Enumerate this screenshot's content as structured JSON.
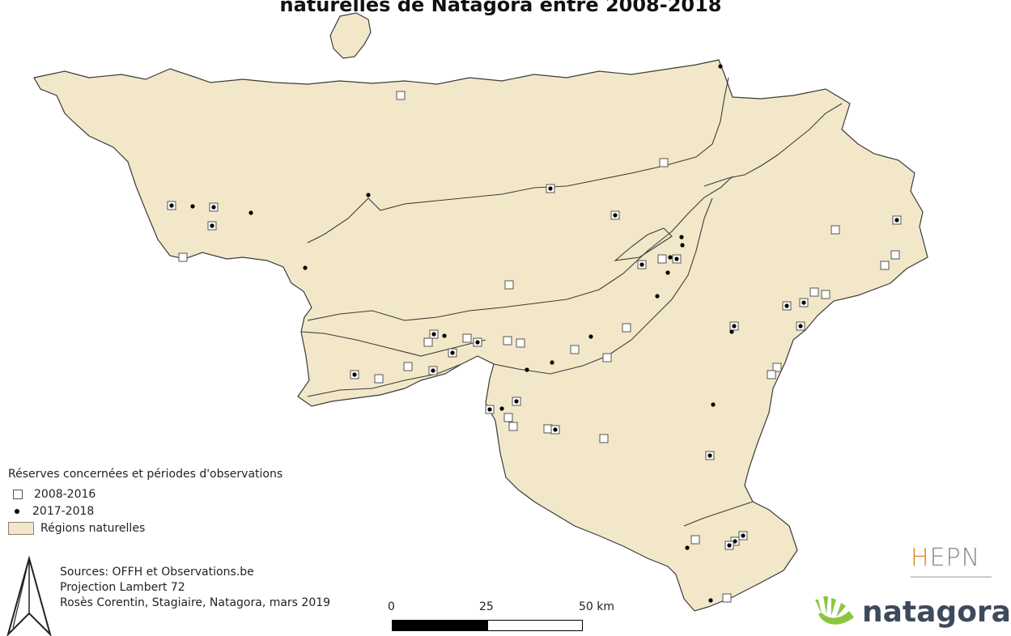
{
  "title": "naturelles de Natagora entre 2008-2018",
  "legend": {
    "title": "Réserves concernées et périodes d'observations",
    "items": [
      {
        "label": "2008-2016",
        "symbol": "open-square"
      },
      {
        "label": "2017-2018",
        "symbol": "black-dot"
      },
      {
        "label": "Régions naturelles",
        "symbol": "region-fill"
      }
    ]
  },
  "sources": {
    "line1": "Sources: OFFH et Observations.be",
    "line2": "Projection Lambert 72",
    "line3": "Rosès Corentin, Stagiaire, Natagora, mars 2019"
  },
  "scale_bar": {
    "label_0": "0",
    "label_25": "25",
    "label_50": "50 km"
  },
  "logos": {
    "hepn": "HEPN",
    "natagora": "natagora"
  },
  "colors": {
    "region_fill": "#f2e8c9",
    "region_stroke": "#3b3b3b",
    "natagora_green": "#8cc63f",
    "natagora_text": "#3d4a5c",
    "hepn_accent": "#e08a1e"
  }
}
